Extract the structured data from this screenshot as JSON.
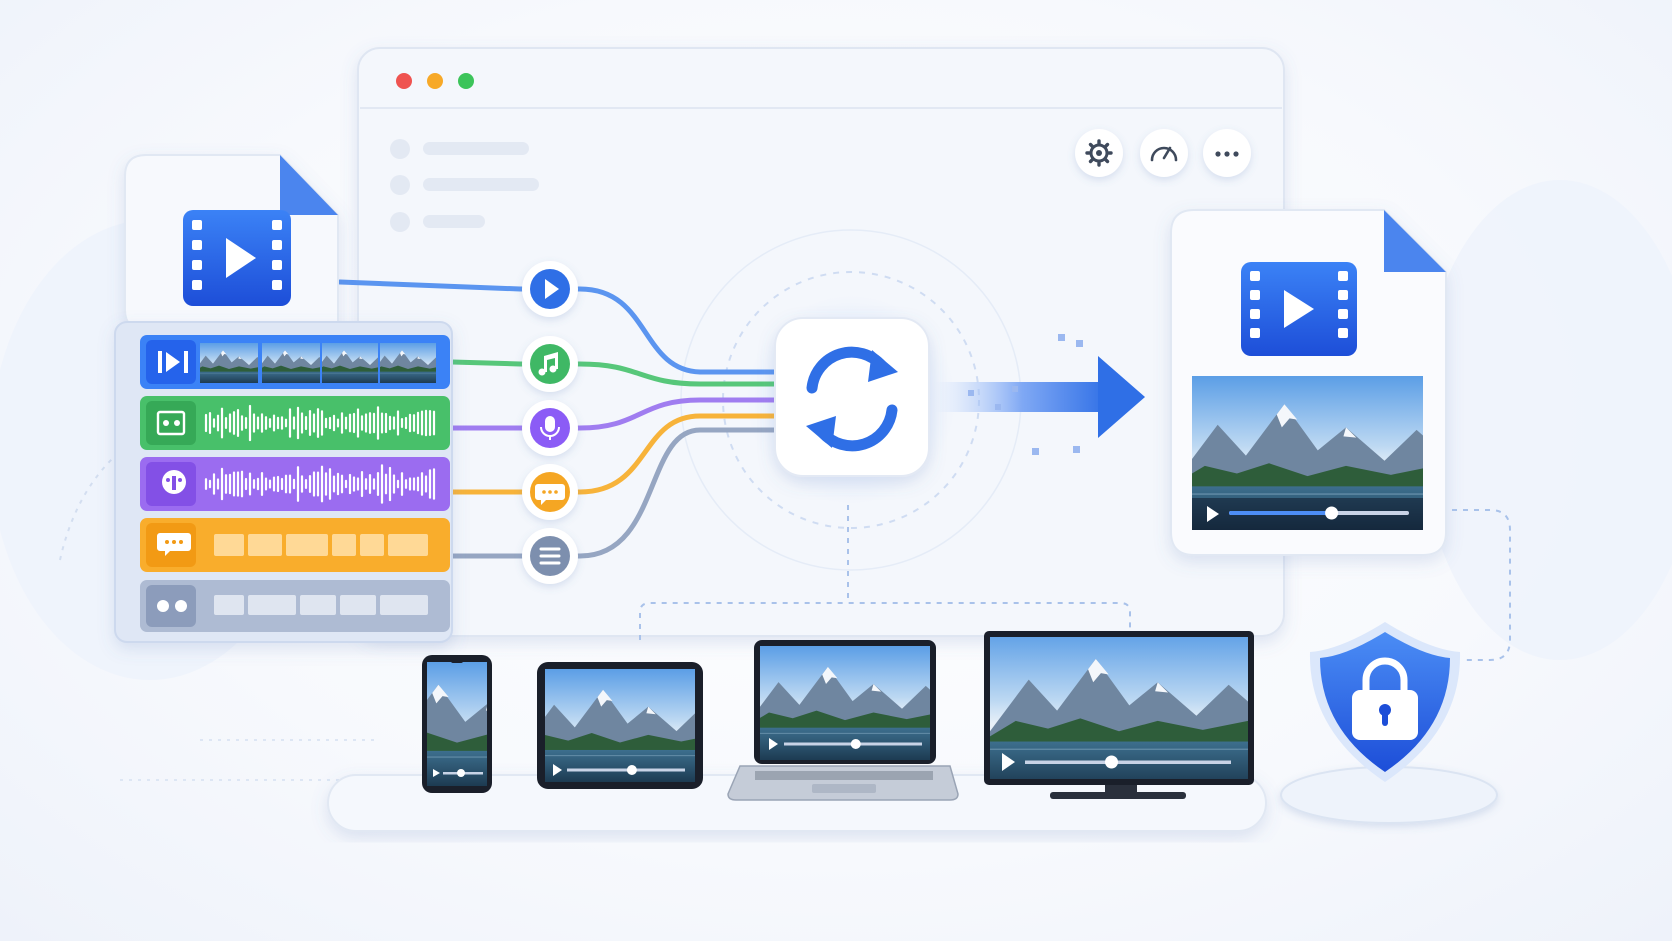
{
  "window": {
    "traffic_lights": [
      "close",
      "minimize",
      "maximize"
    ],
    "toolbar_icons": [
      "gear-icon",
      "speedometer-icon",
      "more-icon"
    ]
  },
  "source_file": {
    "icon": "video-file-icon"
  },
  "tracks": [
    {
      "type": "video",
      "icon": "video-track-icon",
      "color": "#3b82f6",
      "connector_icon": "play-icon"
    },
    {
      "type": "audio",
      "icon": "audio-track-icon",
      "color": "#4cc469",
      "connector_icon": "music-note-icon"
    },
    {
      "type": "voice",
      "icon": "voice-track-icon",
      "color": "#9d6ff0",
      "connector_icon": "microphone-icon"
    },
    {
      "type": "subtitles",
      "icon": "subtitle-track-icon",
      "color": "#fbb232",
      "connector_icon": "chat-bubble-icon"
    },
    {
      "type": "data",
      "icon": "data-track-icon",
      "color": "#8ea3c4",
      "connector_icon": "list-icon"
    }
  ],
  "converter": {
    "icon": "sync-arrows-icon"
  },
  "output_file": {
    "icon": "video-file-icon",
    "player_progress": 0.57
  },
  "devices": [
    {
      "name": "phone",
      "progress": 0.45
    },
    {
      "name": "tablet",
      "progress": 0.55
    },
    {
      "name": "laptop",
      "progress": 0.52
    },
    {
      "name": "tv",
      "progress": 0.42
    }
  ],
  "security": {
    "icon": "padlock-icon"
  },
  "colors": {
    "accent": "#2f6fe6",
    "brand_blue": "#2563eb"
  }
}
